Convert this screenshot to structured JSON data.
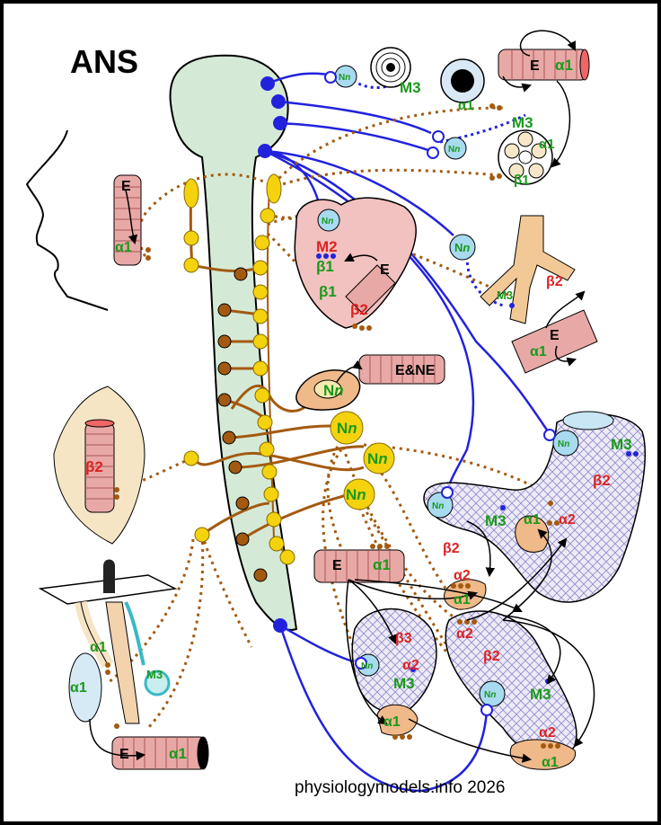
{
  "title": "ANS",
  "credit": "physiologymodels.info 2026",
  "colors": {
    "sympathetic": "#a35a10",
    "parasympathetic": "#2222dd",
    "ganglion": "#f4d20e",
    "cord": "#d5ead6",
    "smooth_muscle": "#e8a9a6",
    "gland": "#c8dcf0",
    "alpha_beta_receptor": "#1a9a1a",
    "red_receptor": "#dd2222"
  },
  "labels": {
    "nn": "Nn",
    "m3": "M3",
    "m2": "M2",
    "a1": "α1",
    "a2": "α2",
    "b1": "β1",
    "b2": "β2",
    "b3": "β3",
    "e": "E",
    "e_ne": "E&NE"
  }
}
